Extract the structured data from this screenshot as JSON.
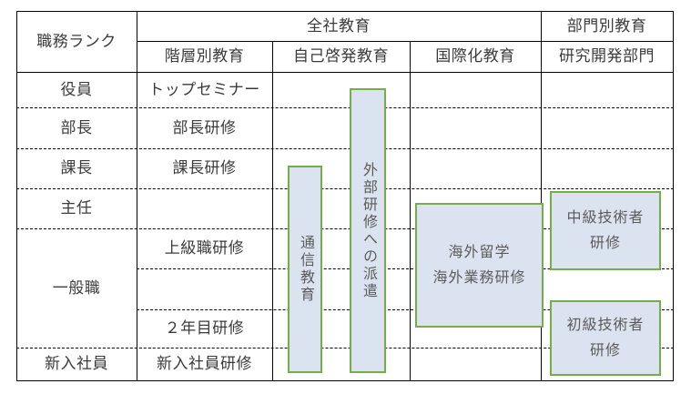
{
  "figure": {
    "type": "training-matrix-table",
    "accent_fill": "#dce3f0",
    "accent_border": "#74ad49",
    "text_color": "#3b3b3b"
  },
  "header": {
    "corner_label": "職務ランク",
    "group_company_wide": "全社教育",
    "group_divisional": "部門別教育",
    "columns": [
      "階層別教育",
      "自己啓発教育",
      "国際化教育",
      "研究開発部門"
    ]
  },
  "rows": [
    {
      "rank": "役員",
      "tier_program": "トップセミナー"
    },
    {
      "rank": "部長",
      "tier_program": "部長研修"
    },
    {
      "rank": "課長",
      "tier_program": "課長研修"
    },
    {
      "rank": "主任",
      "tier_program": ""
    },
    {
      "rank": "一般職",
      "tier_program": "上級職研修"
    },
    {
      "rank": "",
      "tier_program": ""
    },
    {
      "rank": "",
      "tier_program": "２年目研修"
    },
    {
      "rank": "新入社員",
      "tier_program": "新入社員研修"
    }
  ],
  "rank_groups": [
    {
      "label": "役員"
    },
    {
      "label": "部長"
    },
    {
      "label": "課長"
    },
    {
      "label": "主任"
    },
    {
      "label": "一般職"
    },
    {
      "label": "新入社員"
    }
  ],
  "boxes": {
    "correspondence_education": "通信教育",
    "external_dispatch": "外部研修への派遣",
    "overseas_line1": "海外留学",
    "overseas_line2": "海外業務研修",
    "intermediate_line1": "中級技術者",
    "intermediate_line2": "研修",
    "beginner_line1": "初級技術者",
    "beginner_line2": "研修"
  }
}
